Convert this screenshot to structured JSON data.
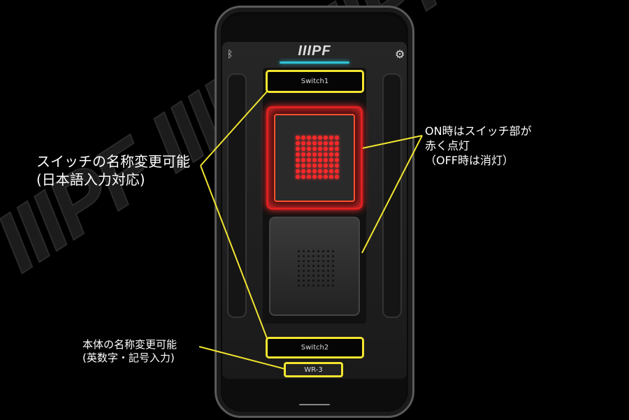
{
  "watermark": "IIIPF IIIPF IIIPF",
  "app": {
    "logo": "IIIPF",
    "icons": {
      "bluetooth": "bluetooth-icon",
      "settings": "gear-icon"
    },
    "switch1_label": "Switch1",
    "switch2_label": "Switch2",
    "device_name": "WR-3",
    "switch1_state": "on",
    "switch2_state": "off"
  },
  "annotations": {
    "left": [
      "スイッチの名称変更可能",
      "(日本語入力対応)"
    ],
    "right": [
      "ON時はスイッチ部が",
      "赤く点灯",
      "（OFF時は消灯）"
    ],
    "bottom": [
      "本体の名称変更可能",
      "(英数字・記号入力)"
    ]
  },
  "colors": {
    "highlight": "#f2e530",
    "on_red": "#ff2828",
    "accent": "#2fc4d8"
  }
}
